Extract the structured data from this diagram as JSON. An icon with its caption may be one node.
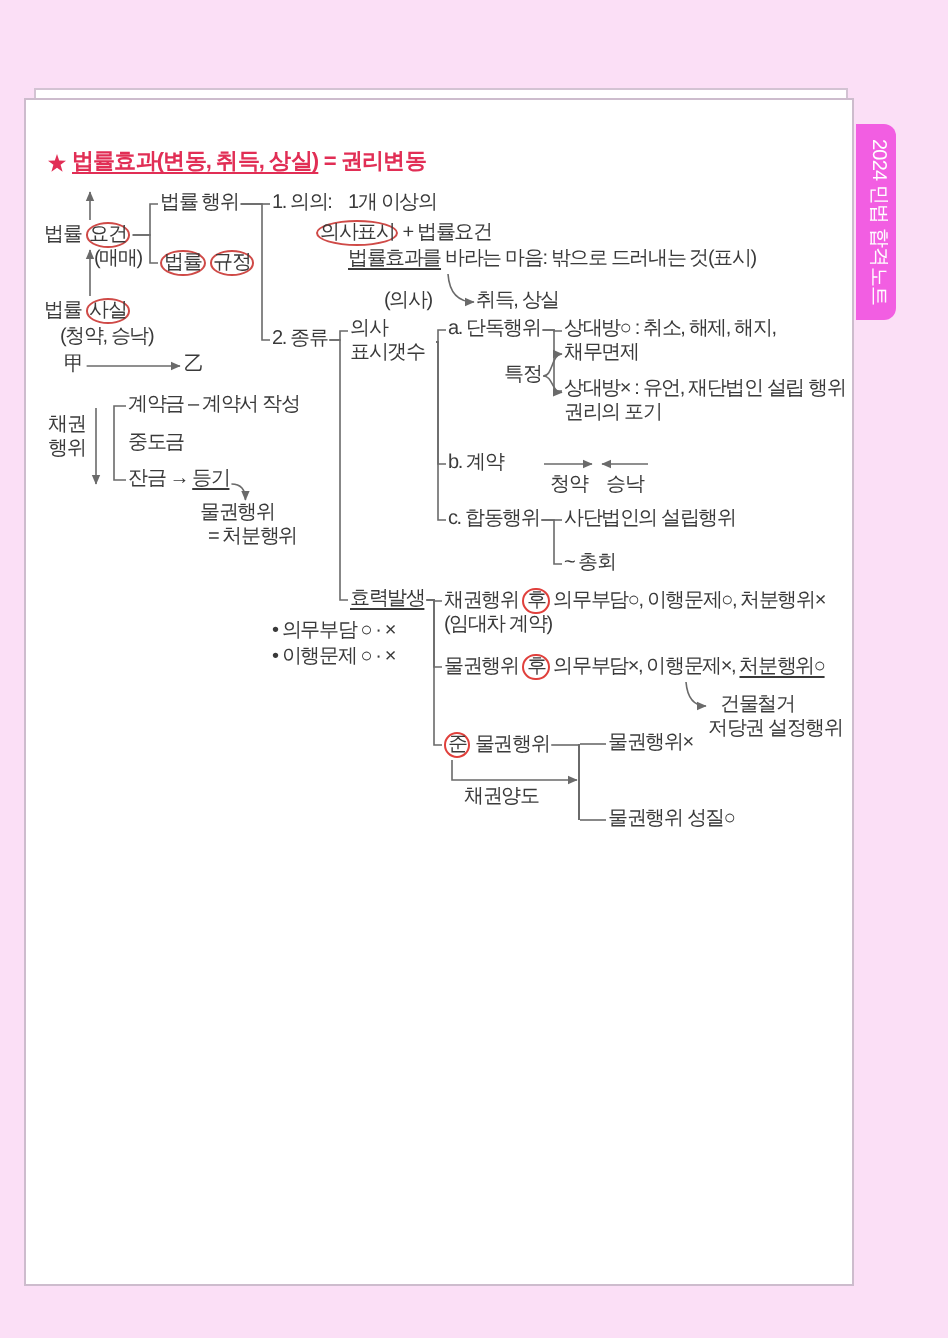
{
  "diagram": {
    "title": "법률효과(변동, 취득, 상실) = 권리변동",
    "nodes": [
      {
        "text": [
          "법률 요건"
        ],
        "beside": [
          "(매매)"
        ]
      },
      {
        "text": [
          "법률 행위"
        ]
      },
      {
        "text": [
          "법률 규정"
        ]
      },
      {
        "text": [
          "법률 사실"
        ],
        "beside": [
          "(청약, 승낙)"
        ]
      },
      {
        "text": [
          "1. 의의:"
        ]
      },
      {
        "text": [
          "법률효과를 바라는 마음: 밖으로 드러내는 것(표시)"
        ]
      },
      {
        "text": [
          "취득, 상실"
        ]
      },
      {
        "text": [
          "2. 종류"
        ]
      },
      {
        "text": [
          "의사 표시갯수"
        ]
      },
      {
        "text": [
          "a. 단독행위"
        ]
      },
      {
        "text": [
          "상대방○ : 취소, 해제, 해지, 채무면제"
        ]
      },
      {
        "text": [
          "특정"
        ]
      },
      {
        "text": [
          "상대방× : 유언, 재단법인 설립 행위 권리의 포기"
        ]
      },
      {
        "text": [
          "b. 계약"
        ]
      },
      {
        "text": [
          "c. 합동행위"
        ]
      },
      {
        "text": [
          "사단법인의 설립행위"
        ]
      },
      {
        "text": [
          "~ 총회"
        ]
      },
      {
        "text": [
          "甲"
        ]
      },
      {
        "text": [
          "乙"
        ]
      },
      {
        "text": [
          "잔금 → 등기"
        ]
      },
      {
        "text": [
          "물권행위",
          "= 처분행위"
        ]
      },
      {
        "text": [
          "효력발생"
        ]
      },
      {
        "text": [
          "채권행위 후 의무부담○, 이행문제○, 처분행위×"
        ],
        "beside": [
          "(임대차 계약)"
        ]
      },
      {
        "text": [
          "물권행위 후 의무부담×, 이행문제×, 처분행위○"
        ]
      },
      {
        "text": [
          "건물철거",
          "저당권 설정행위"
        ]
      },
      {
        "text": [
          "준 물권행위"
        ]
      },
      {
        "text": [],
        "shape": "bar"
      },
      {
        "text": [
          "물권행위×"
        ]
      },
      {
        "text": [
          "물권행위 성질○"
        ]
      }
    ],
    "edges": [
      {
        "from": 0,
        "to": null,
        "arrow": "to"
      },
      {
        "from": 3,
        "to": 0,
        "arrow": "to"
      },
      {
        "from": 0,
        "to": 1,
        "arrow": "none"
      },
      {
        "from": 0,
        "to": 2,
        "arrow": "none"
      },
      {
        "from": 1,
        "to": 4,
        "arrow": "none"
      },
      {
        "from": 1,
        "to": 7,
        "arrow": "none"
      },
      {
        "from": 5,
        "to": 6,
        "arrow": "to"
      },
      {
        "from": 7,
        "to": 8,
        "arrow": "none"
      },
      {
        "from": 7,
        "to": 21,
        "arrow": "none"
      },
      {
        "from": 8,
        "to": 9,
        "arrow": "none"
      },
      {
        "from": 8,
        "to": 13,
        "arrow": "none"
      },
      {
        "from": 8,
        "to": 14,
        "arrow": "none"
      },
      {
        "from": 9,
        "to": 10,
        "arrow": "none"
      },
      {
        "from": 9,
        "to": 12,
        "arrow": "none"
      },
      {
        "from": 11,
        "to": 10,
        "arrow": "to"
      },
      {
        "from": 11,
        "to": 12,
        "arrow": "to"
      },
      {
        "from": 14,
        "to": 15,
        "arrow": "none"
      },
      {
        "from": 14,
        "to": 16,
        "arrow": "none"
      },
      {
        "from": 17,
        "to": 18,
        "arrow": "to"
      },
      {
        "from": 19,
        "to": 20,
        "arrow": "to"
      },
      {
        "from": 21,
        "to": 22,
        "arrow": "none"
      },
      {
        "from": 21,
        "to": 23,
        "arrow": "none"
      },
      {
        "from": 21,
        "to": 25,
        "arrow": "none"
      },
      {
        "from": 23,
        "to": 24,
        "arrow": "to"
      },
      {
        "from": 25,
        "to": 26,
        "arrow": "none"
      },
      {
        "from": 26,
        "to": 27,
        "arrow": "none"
      },
      {
        "from": 26,
        "to": 28,
        "arrow": "none"
      },
      {
        "from": 25,
        "to": 26,
        "arrow": "to",
        "label": "채권양도"
      }
    ],
    "labels": [
      "2024 민법 합격노트",
      "1개 이상의",
      "의사표시 + 법률요건",
      "(의사)",
      "계약금 – 계약서 작성",
      "채권 행위",
      "청약",
      "승낙",
      "중도금",
      "• 의무부담 ○ · ×",
      "• 이행문제 ○ · ×"
    ]
  }
}
